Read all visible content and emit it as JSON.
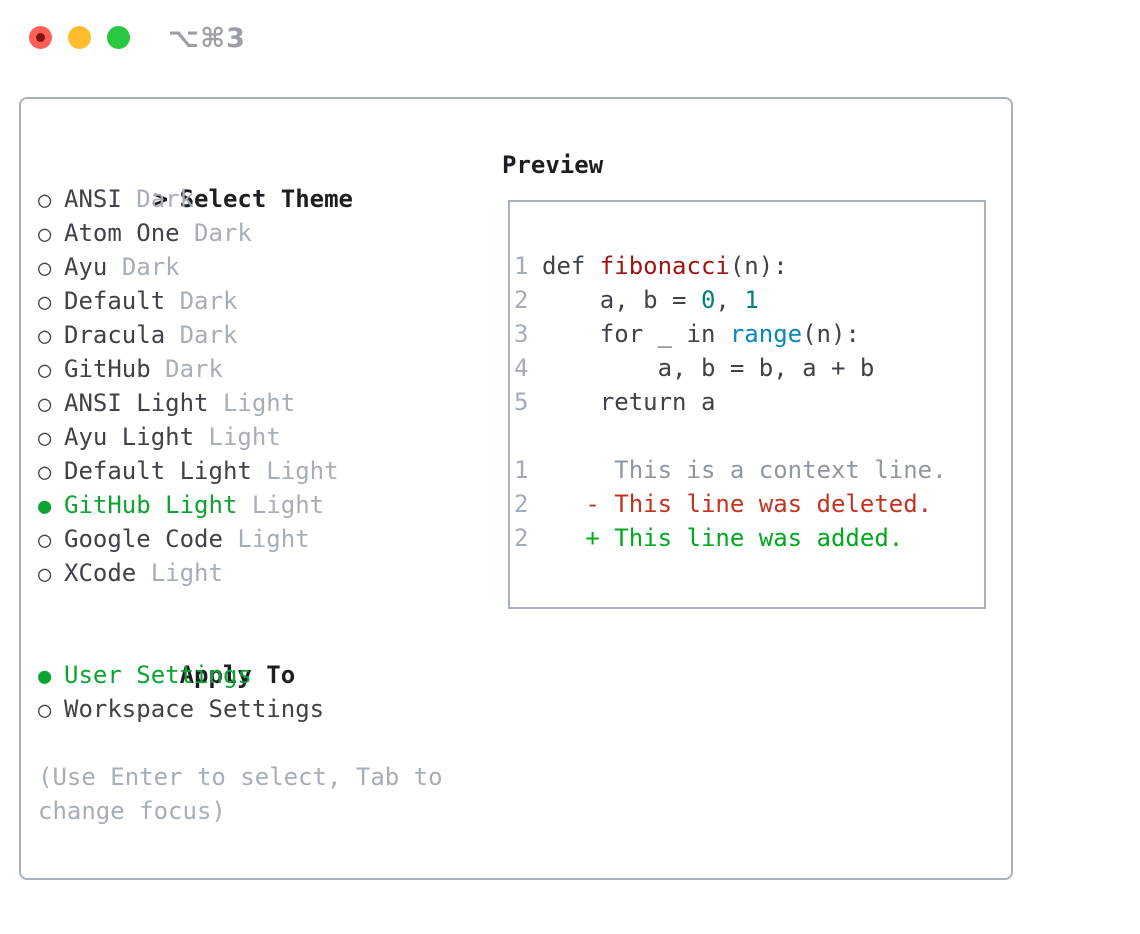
{
  "window": {
    "shortcut": "⌥⌘3",
    "traffic_lights": [
      {
        "name": "close",
        "color": "#ff5f57",
        "has_inner_dot": true
      },
      {
        "name": "minimize",
        "color": "#febc2e",
        "has_inner_dot": false
      },
      {
        "name": "zoom",
        "color": "#28c840",
        "has_inner_dot": false
      }
    ]
  },
  "icons": {
    "prompt": ">",
    "radio_unselected": "○",
    "radio_selected": "●"
  },
  "theme_panel": {
    "title": "Select Theme",
    "themes": [
      {
        "name": "ANSI",
        "variant": "Dark",
        "selected": false
      },
      {
        "name": "Atom One",
        "variant": "Dark",
        "selected": false
      },
      {
        "name": "Ayu",
        "variant": "Dark",
        "selected": false
      },
      {
        "name": "Default",
        "variant": "Dark",
        "selected": false
      },
      {
        "name": "Dracula",
        "variant": "Dark",
        "selected": false
      },
      {
        "name": "GitHub",
        "variant": "Dark",
        "selected": false
      },
      {
        "name": "ANSI Light",
        "variant": "Light",
        "selected": false
      },
      {
        "name": "Ayu Light",
        "variant": "Light",
        "selected": false
      },
      {
        "name": "Default Light",
        "variant": "Light",
        "selected": false
      },
      {
        "name": "GitHub Light",
        "variant": "Light",
        "selected": true
      },
      {
        "name": "Google Code",
        "variant": "Light",
        "selected": false
      },
      {
        "name": "XCode",
        "variant": "Light",
        "selected": false
      }
    ],
    "apply_to": {
      "title": "Apply To",
      "options": [
        {
          "label": "User Settings",
          "selected": true
        },
        {
          "label": "Workspace Settings",
          "selected": false
        }
      ]
    },
    "hint_line1": "(Use Enter to select, Tab to",
    "hint_line2": "change focus)"
  },
  "preview": {
    "title": "Preview",
    "code_lines": [
      {
        "num": "1",
        "segments": [
          {
            "text": "def ",
            "type": "plain"
          },
          {
            "text": "fibonacci",
            "type": "title"
          },
          {
            "text": "(n):",
            "type": "plain"
          }
        ]
      },
      {
        "num": "2",
        "segments": [
          {
            "text": "    a, b = ",
            "type": "plain"
          },
          {
            "text": "0",
            "type": "number"
          },
          {
            "text": ", ",
            "type": "plain"
          },
          {
            "text": "1",
            "type": "number"
          }
        ]
      },
      {
        "num": "3",
        "segments": [
          {
            "text": "    for _ in ",
            "type": "plain"
          },
          {
            "text": "range",
            "type": "builtin"
          },
          {
            "text": "(n):",
            "type": "plain"
          }
        ]
      },
      {
        "num": "4",
        "segments": [
          {
            "text": "        a, b = b, a + b",
            "type": "plain"
          }
        ]
      },
      {
        "num": "5",
        "segments": [
          {
            "text": "    return a",
            "type": "plain"
          }
        ]
      }
    ],
    "diff_lines": [
      {
        "num": "1",
        "text": "     This is a context line.",
        "type": "context"
      },
      {
        "num": "2",
        "text": "   - This line was deleted.",
        "type": "deletion"
      },
      {
        "num": "2",
        "text": "   + This line was added.",
        "type": "addition"
      }
    ]
  },
  "colors": {
    "accent-green": "#0da332",
    "added-green": "#00a81e",
    "deleted-red": "#c3331f",
    "context-gray": "#8f98a2",
    "muted-gray": "#a6aeb8",
    "line-number-gray": "#a3acb8",
    "text-dark": "#3d4349",
    "heading-black": "#1b1f23",
    "code-title-red": "#9e1510",
    "code-number-teal": "#008080",
    "code-builtin-blue": "#0a86b8",
    "border-gray": "#a9b1bb",
    "traffic-red": "#ff5f57",
    "traffic-yellow": "#febc2e",
    "traffic-green": "#28c840",
    "shortcut-gray": "#9aa0a6"
  }
}
